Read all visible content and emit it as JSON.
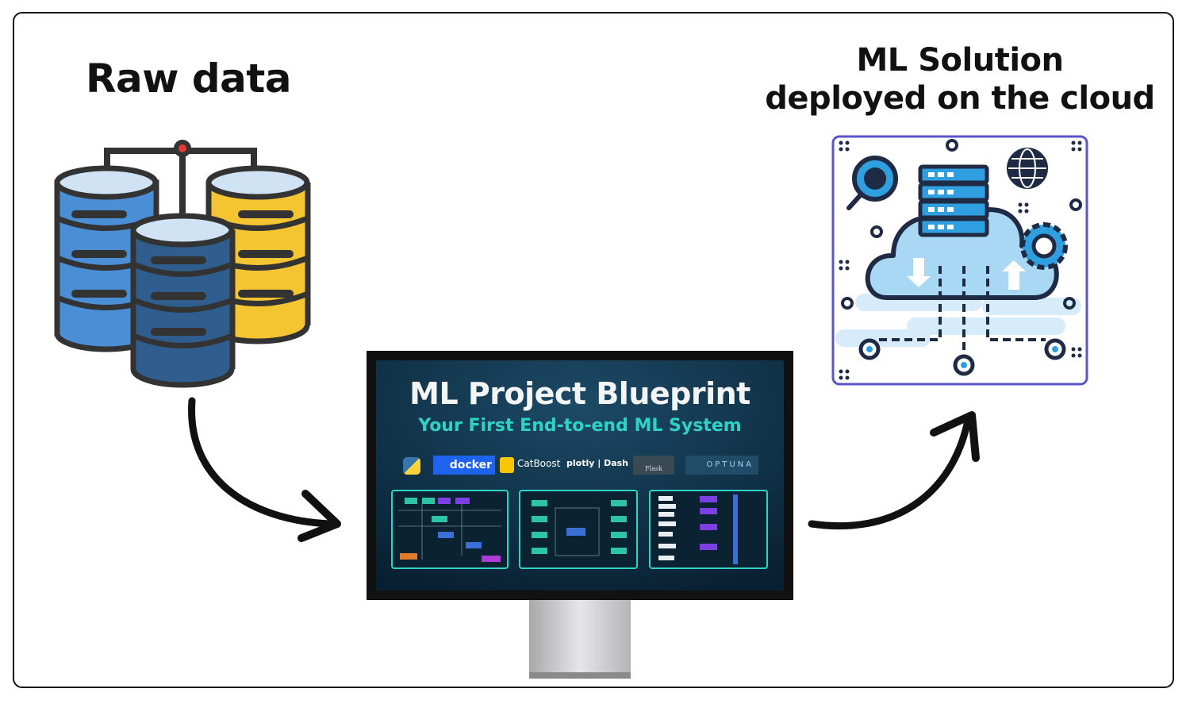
{
  "labels": {
    "raw_data": "Raw data",
    "solution_line1": "ML Solution",
    "solution_line2": "deployed on the cloud"
  },
  "monitor": {
    "title": "ML Project Blueprint",
    "subtitle": "Your First End-to-end ML System",
    "logos": [
      "docker",
      "CatBoost",
      "plotly | Dash",
      "Flask",
      "OPTUNA"
    ]
  },
  "colors": {
    "db_blue": "#4a8fd6",
    "db_dark": "#2e5d8e",
    "db_yellow": "#f5c531",
    "outline": "#333333",
    "screen_bg": "#0b2f45",
    "subtitle": "#2ed3c6",
    "cloud_fill": "#a9d8f5",
    "cloud_frame": "#5a55c8"
  },
  "icons": [
    "database-icon",
    "cloud-server-icon",
    "magnifier-icon",
    "globe-icon",
    "gear-icon",
    "arrow-down-icon",
    "arrow-up-icon",
    "curved-arrow-icon",
    "monitor-icon"
  ]
}
